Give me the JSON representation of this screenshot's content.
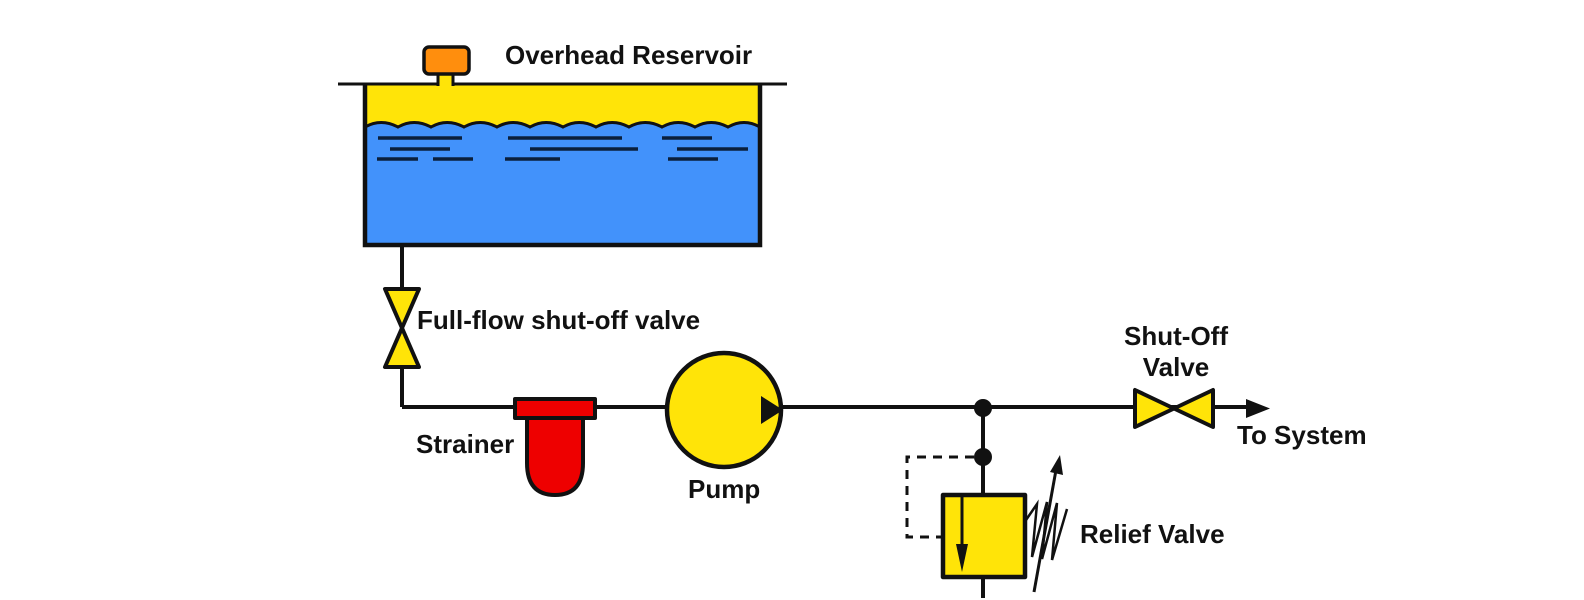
{
  "labels": {
    "reservoir": "Overhead Reservoir",
    "full_flow_valve": "Full-flow shut-off valve",
    "strainer": "Strainer",
    "pump": "Pump",
    "shut_off_valve_line1": "Shut-Off",
    "shut_off_valve_line2": "Valve",
    "relief_valve": "Relief Valve",
    "to_system": "To System"
  },
  "colors": {
    "background": "#FFFFFF",
    "fluid": "#FFE408",
    "liquid": "#4292FB",
    "ripple": "#0A1F3C",
    "cap": "#FF8E0D",
    "strainer": "#EE0000",
    "line": "#111111"
  }
}
